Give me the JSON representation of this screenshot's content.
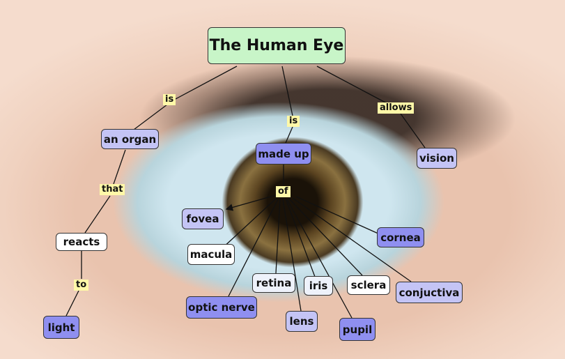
{
  "title": "The Human Eye",
  "nodes": {
    "organ": "an organ",
    "made_up": "made up",
    "vision": "vision",
    "fovea": "fovea",
    "cornea": "cornea",
    "reacts": "reacts",
    "macula": "macula",
    "retina": "retina",
    "iris": "iris",
    "sclera": "sclera",
    "conjuctiva": "conjuctiva",
    "optic_nerve": "optic nerve",
    "lens": "lens",
    "pupil": "pupil",
    "light": "light"
  },
  "links": {
    "is_left": "is",
    "is_center": "is",
    "allows": "allows",
    "that": "that",
    "of": "of",
    "to": "to"
  },
  "colors": {
    "title_fill": "#c8f5c8",
    "blue_node": "#8f8ff0",
    "lavender_node": "#c4c4f5",
    "link_label": "#fff8a8"
  }
}
